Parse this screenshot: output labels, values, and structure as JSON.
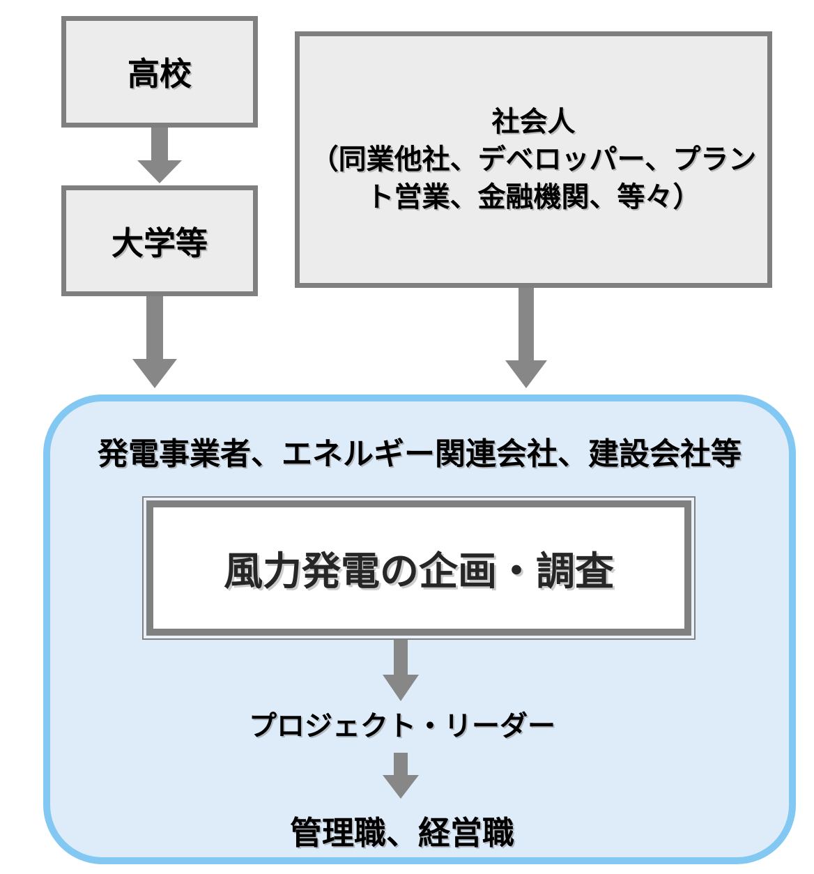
{
  "boxes": {
    "highschool": {
      "label": "高校"
    },
    "university": {
      "label": "大学等"
    },
    "worker": {
      "lines": [
        "社会人",
        "（同業他社、デベロッパー、プラン",
        "ト営業、金融機関、等々）"
      ]
    },
    "company": {
      "header": "発電事業者、エネルギー関連会社、建設会社等",
      "core": "風力発電の企画・調査",
      "role_mid": "プロジェクト・リーダー",
      "role_top": "管理職、経営職"
    }
  },
  "colors": {
    "box_border_gray": "#7F7F7F",
    "box_fill_gray": "#ECECEC",
    "arrow_gray": "#878787",
    "company_border_blue": "#82C8F3",
    "company_fill_blue": "#DEECFA",
    "core_box_border_gray": "#808080",
    "core_box_fill_white": "#FFFFFF",
    "text_black": "#000000"
  }
}
